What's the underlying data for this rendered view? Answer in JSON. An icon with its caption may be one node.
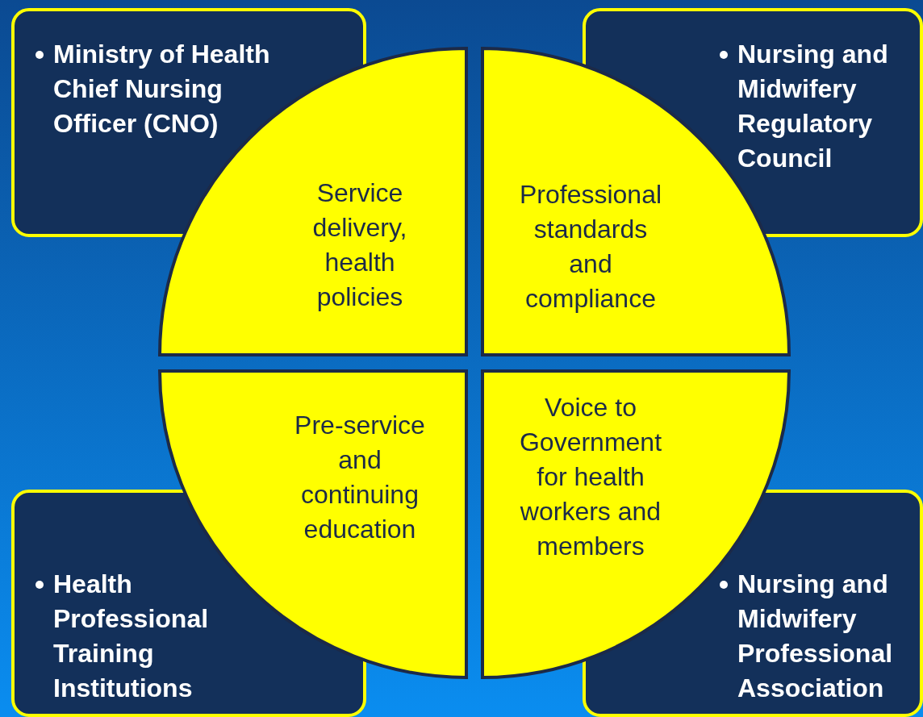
{
  "diagram": {
    "nodes": [
      {
        "text": [
          "Ministry of Health Chief Nursing Officer (CNO)"
        ]
      },
      {
        "text": [
          "Nursing and Midwifery Regulatory Council"
        ]
      },
      {
        "text": [
          "Service delivery, health policies"
        ]
      },
      {
        "text": [
          "Professional standards and compliance"
        ]
      },
      {
        "text": [
          "Pre-service and continuing education"
        ]
      },
      {
        "text": [
          "Voice to Government for health workers and members"
        ]
      },
      {
        "text": [
          "Health Professional Training Institutions"
        ]
      },
      {
        "text": [
          "Nursing and Midwifery Professional Association"
        ]
      }
    ]
  }
}
